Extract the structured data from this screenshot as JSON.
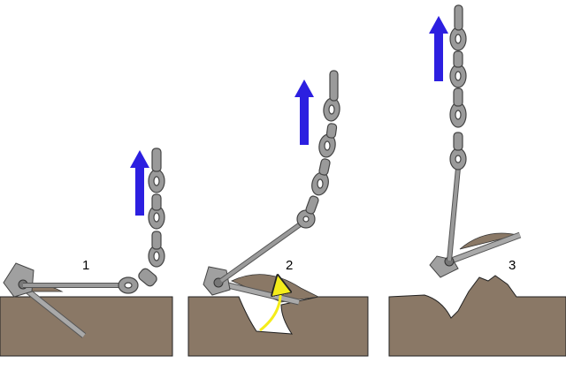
{
  "steps": [
    {
      "label": "1"
    },
    {
      "label": "2"
    },
    {
      "label": "3"
    }
  ],
  "colors": {
    "seabed": "#8a7866",
    "chain": "#8c8c8c",
    "chain_stroke": "#555555",
    "anchor": "#a0a0a0",
    "arrow_pull": "#2c1fe0",
    "arrow_rotate": "#f4ec1a"
  },
  "icons": {
    "pull": "up-arrow-icon",
    "rotate": "curved-arrow-icon"
  }
}
